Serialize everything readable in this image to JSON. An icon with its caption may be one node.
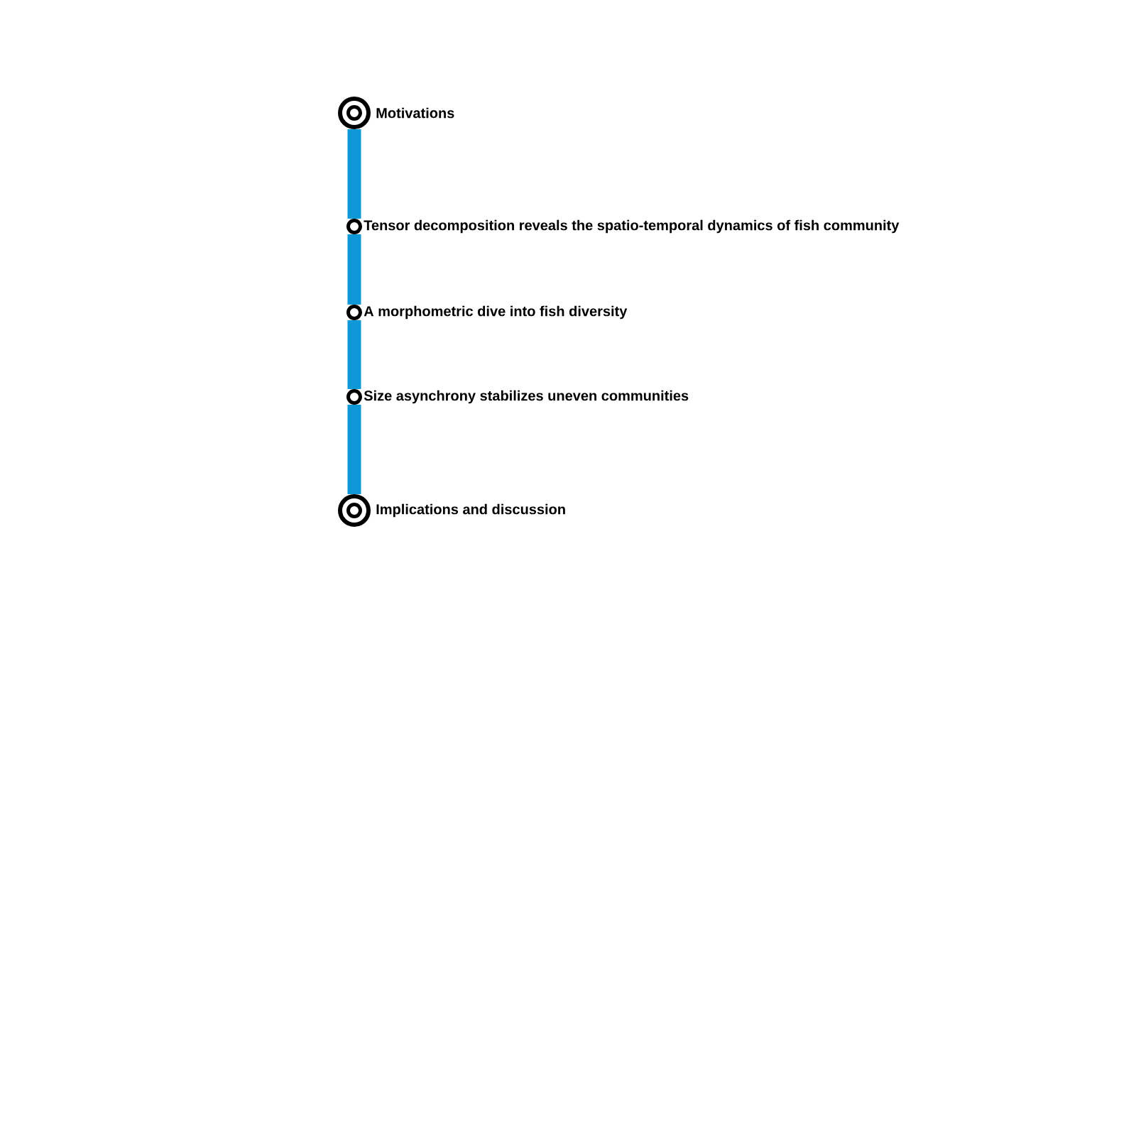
{
  "diagram": {
    "nodes": [
      {
        "text": [
          "Motivations"
        ]
      },
      {
        "text": [
          "Tensor decomposition reveals the spatio-temporal dynamics of fish community"
        ]
      },
      {
        "text": [
          "A morphometric dive into fish diversity"
        ]
      },
      {
        "text": [
          "Size asynchrony stabilizes uneven communities"
        ]
      },
      {
        "text": [
          "Implications and discussion"
        ]
      }
    ],
    "edges": [
      {
        "from": 0,
        "to": 1,
        "arrow": "none"
      },
      {
        "from": 1,
        "to": 2,
        "arrow": "none"
      },
      {
        "from": 2,
        "to": 3,
        "arrow": "none"
      },
      {
        "from": 3,
        "to": 4,
        "arrow": "none"
      }
    ]
  }
}
